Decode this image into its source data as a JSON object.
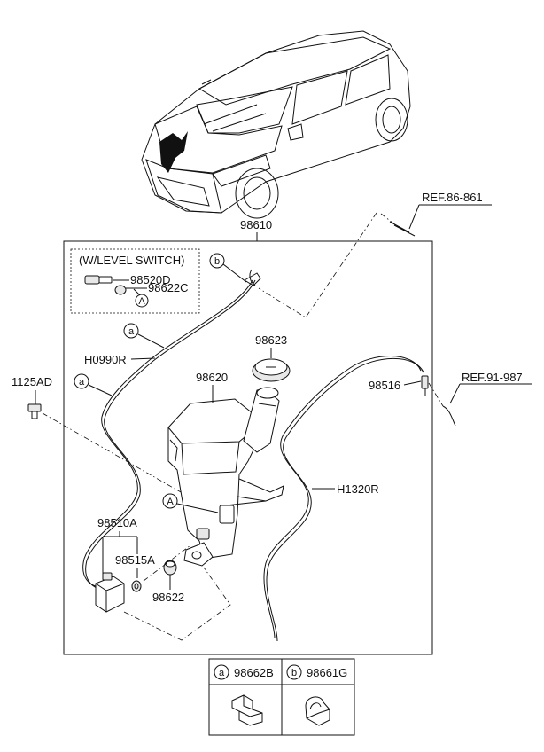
{
  "ref_top": "REF.86-861",
  "ref_right": "REF.91-987",
  "assembly_label": "98610",
  "level_switch_title": "(W/LEVEL SWITCH)",
  "parts": {
    "p98520D": "98520D",
    "p98622C": "98622C",
    "pH0990R": "H0990R",
    "p1125AD": "1125AD",
    "p98623": "98623",
    "p98620": "98620",
    "p98516": "98516",
    "pH1320R": "H1320R",
    "p98510A": "98510A",
    "p98515A": "98515A",
    "p98622": "98622"
  },
  "callouts": {
    "a": "a",
    "b": "b",
    "A": "A"
  },
  "legend": {
    "a_letter": "a",
    "a_part": "98662B",
    "b_letter": "b",
    "b_part": "98661G"
  }
}
